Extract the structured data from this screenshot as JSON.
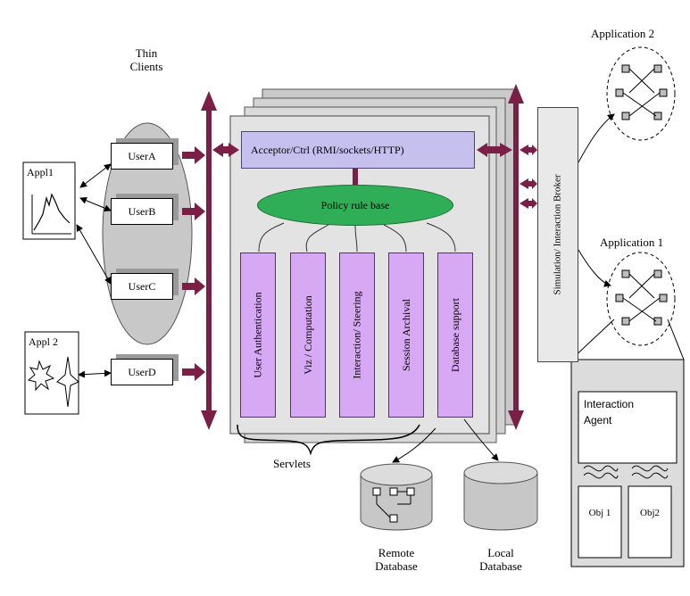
{
  "thin_clients": {
    "title_line1": "Thin",
    "title_line2": "Clients"
  },
  "users": [
    "UserA",
    "UserB",
    "UserC",
    "UserD"
  ],
  "app11": {
    "label": "Appl1"
  },
  "app12": {
    "label": "Appl 2"
  },
  "acceptor": {
    "label": "Acceptor/Ctrl (RMI/sockets/HTTP)"
  },
  "policy": {
    "label": "Policy rule base"
  },
  "servlets": [
    "User Authentication",
    "Viz / Computation",
    "Interaction/ Steering",
    "Session Archival",
    "Database support"
  ],
  "servlets_caption": "Servlets",
  "broker": {
    "label": "Simulation/ Interaction Broker"
  },
  "application2": {
    "label": "Application 2"
  },
  "application1": {
    "label": "Application 1"
  },
  "interaction_agent": {
    "line1": "Interaction",
    "line2": "Agent",
    "obj1": "Obj 1",
    "obj2": "Obj2"
  },
  "remote_db": {
    "line1": "Remote",
    "line2": "Database"
  },
  "local_db": {
    "line1": "Local",
    "line2": "Database"
  },
  "colors": {
    "arrow": "#7a1f46",
    "servlet": "#d7a9f5",
    "hub": "#c6c0ef",
    "policy": "#2fae57",
    "panel": "#e3e3e3"
  }
}
